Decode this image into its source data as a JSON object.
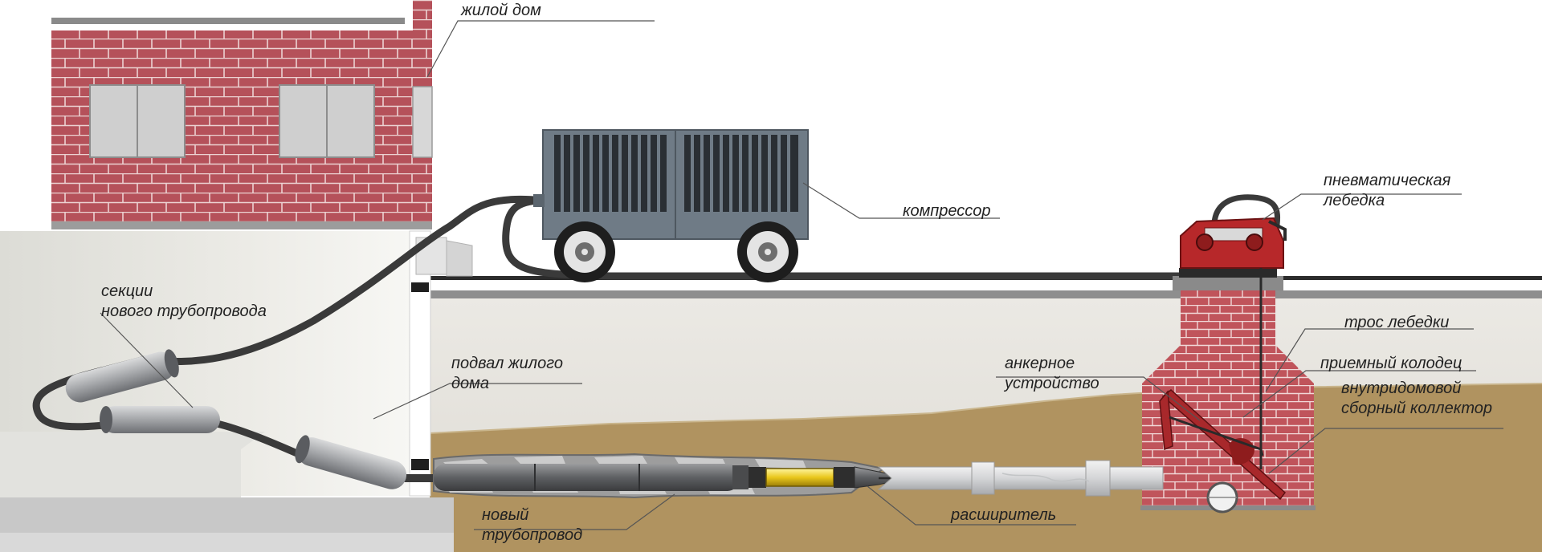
{
  "diagram": {
    "labels": {
      "house": "жилой дом",
      "compressor": "компрессор",
      "winch": [
        "пневматическая",
        "лебедка"
      ],
      "pipe_sections": [
        "секции",
        "нового трубопровода"
      ],
      "basement": [
        "подвал жилого",
        "дома"
      ],
      "winch_cable": "трос лебедки",
      "anchor": [
        "анкерное",
        "устройство"
      ],
      "receiving_well": "приемный колодец",
      "collector": [
        "внутридомовой",
        "сборный коллектор"
      ],
      "new_pipeline": [
        "новый",
        "трубопровод"
      ],
      "expander": "расширитель"
    },
    "colors": {
      "brick": "#b5515a",
      "mortar": "#e9c9c9",
      "soil": "#b09360",
      "ground_surface": "#e6e3dc",
      "compressor_body": "#6f7b86",
      "winch": "#b7282a",
      "hose": "#3a3a3a",
      "pipe": "#9a9c9f"
    }
  }
}
